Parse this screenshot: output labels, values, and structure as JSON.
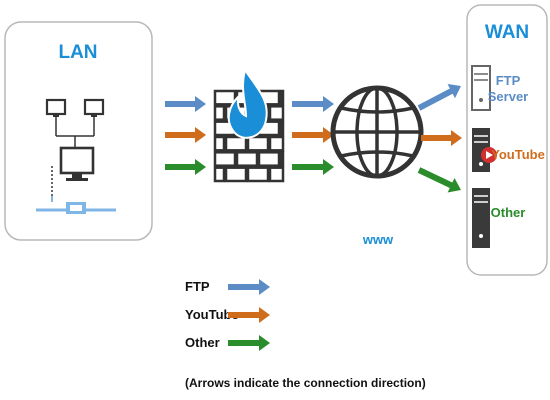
{
  "lan": {
    "title": "LAN"
  },
  "www": {
    "label": "www"
  },
  "wan": {
    "title": "WAN",
    "items": [
      {
        "label_line1": "FTP",
        "label_line2": "Server",
        "color": "#5b8cc6"
      },
      {
        "label_line1": "YouTube",
        "label_line2": "",
        "color": "#d06d1c"
      },
      {
        "label_line1": "Other",
        "label_line2": "",
        "color": "#2a8c2a"
      }
    ]
  },
  "legend": {
    "items": [
      {
        "label": "FTP",
        "color": "#5b8cc6"
      },
      {
        "label": "YouTube",
        "color": "#d06d1c"
      },
      {
        "label": "Other",
        "color": "#2a8c2a"
      }
    ],
    "note": "(Arrows indicate the connection direction)"
  },
  "colors": {
    "accent_blue": "#1a8fd8",
    "ftp": "#5b8cc6",
    "youtube": "#d06d1c",
    "other": "#2a8c2a",
    "icon_dark": "#333333",
    "network_line": "#7fb6e6"
  },
  "icons": {
    "computer": "desktop-computer-icon",
    "firewall": "firewall-brick-wall-icon",
    "flame": "flame-icon",
    "globe": "globe-icon",
    "server": "server-tower-icon",
    "youtube_badge": "youtube-logo-icon"
  }
}
